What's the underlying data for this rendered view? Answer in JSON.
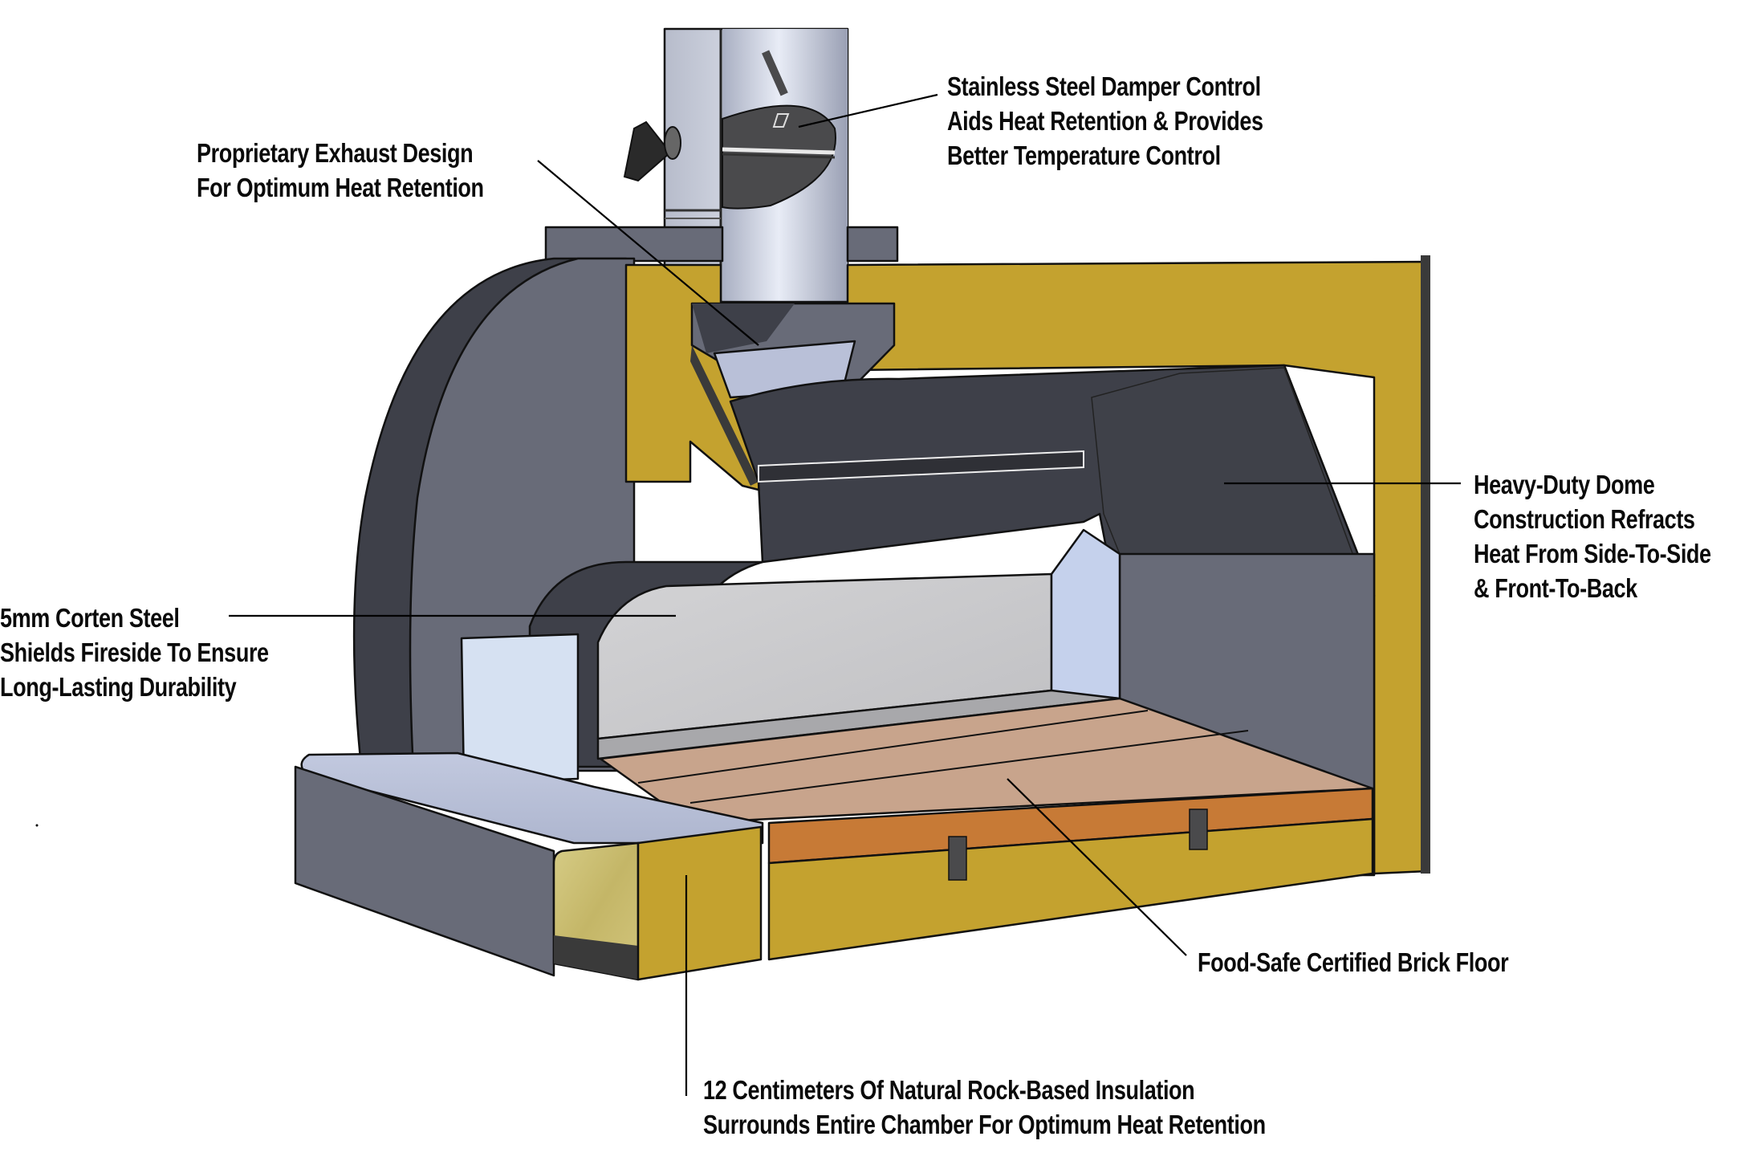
{
  "diagram": {
    "subject": "Wood-fired oven cutaway",
    "colors": {
      "insulation": "#c4a22f",
      "insulation_light": "#cdbd6a",
      "steel_dark": "#3e4049",
      "steel_mid": "#686b78",
      "steel_light": "#b9c0d8",
      "chamber_back": "#c9c9cb",
      "brick_top": "#c8a48c",
      "brick_side": "#c77a36",
      "chimney": "#c4c9d8",
      "damper": "#4a4a4c"
    },
    "callouts": [
      {
        "id": "damper",
        "lines": [
          "Stainless Steel Damper Control",
          "Aids Heat Retention & Provides",
          "Better Temperature Control"
        ]
      },
      {
        "id": "exhaust",
        "lines": [
          "Proprietary Exhaust Design",
          "For Optimum Heat Retention"
        ]
      },
      {
        "id": "dome",
        "lines": [
          "Heavy-Duty Dome",
          "Construction Refracts",
          "Heat From Side-To-Side",
          "& Front-To-Back"
        ]
      },
      {
        "id": "corten",
        "lines": [
          "5mm Corten Steel",
          "Shields Fireside To Ensure",
          "Long-Lasting Durability"
        ]
      },
      {
        "id": "floor",
        "lines": [
          "Food-Safe Certified Brick Floor"
        ]
      },
      {
        "id": "insulation",
        "lines": [
          "12 Centimeters Of Natural Rock-Based Insulation",
          "Surrounds Entire Chamber For Optimum Heat Retention"
        ]
      }
    ]
  }
}
